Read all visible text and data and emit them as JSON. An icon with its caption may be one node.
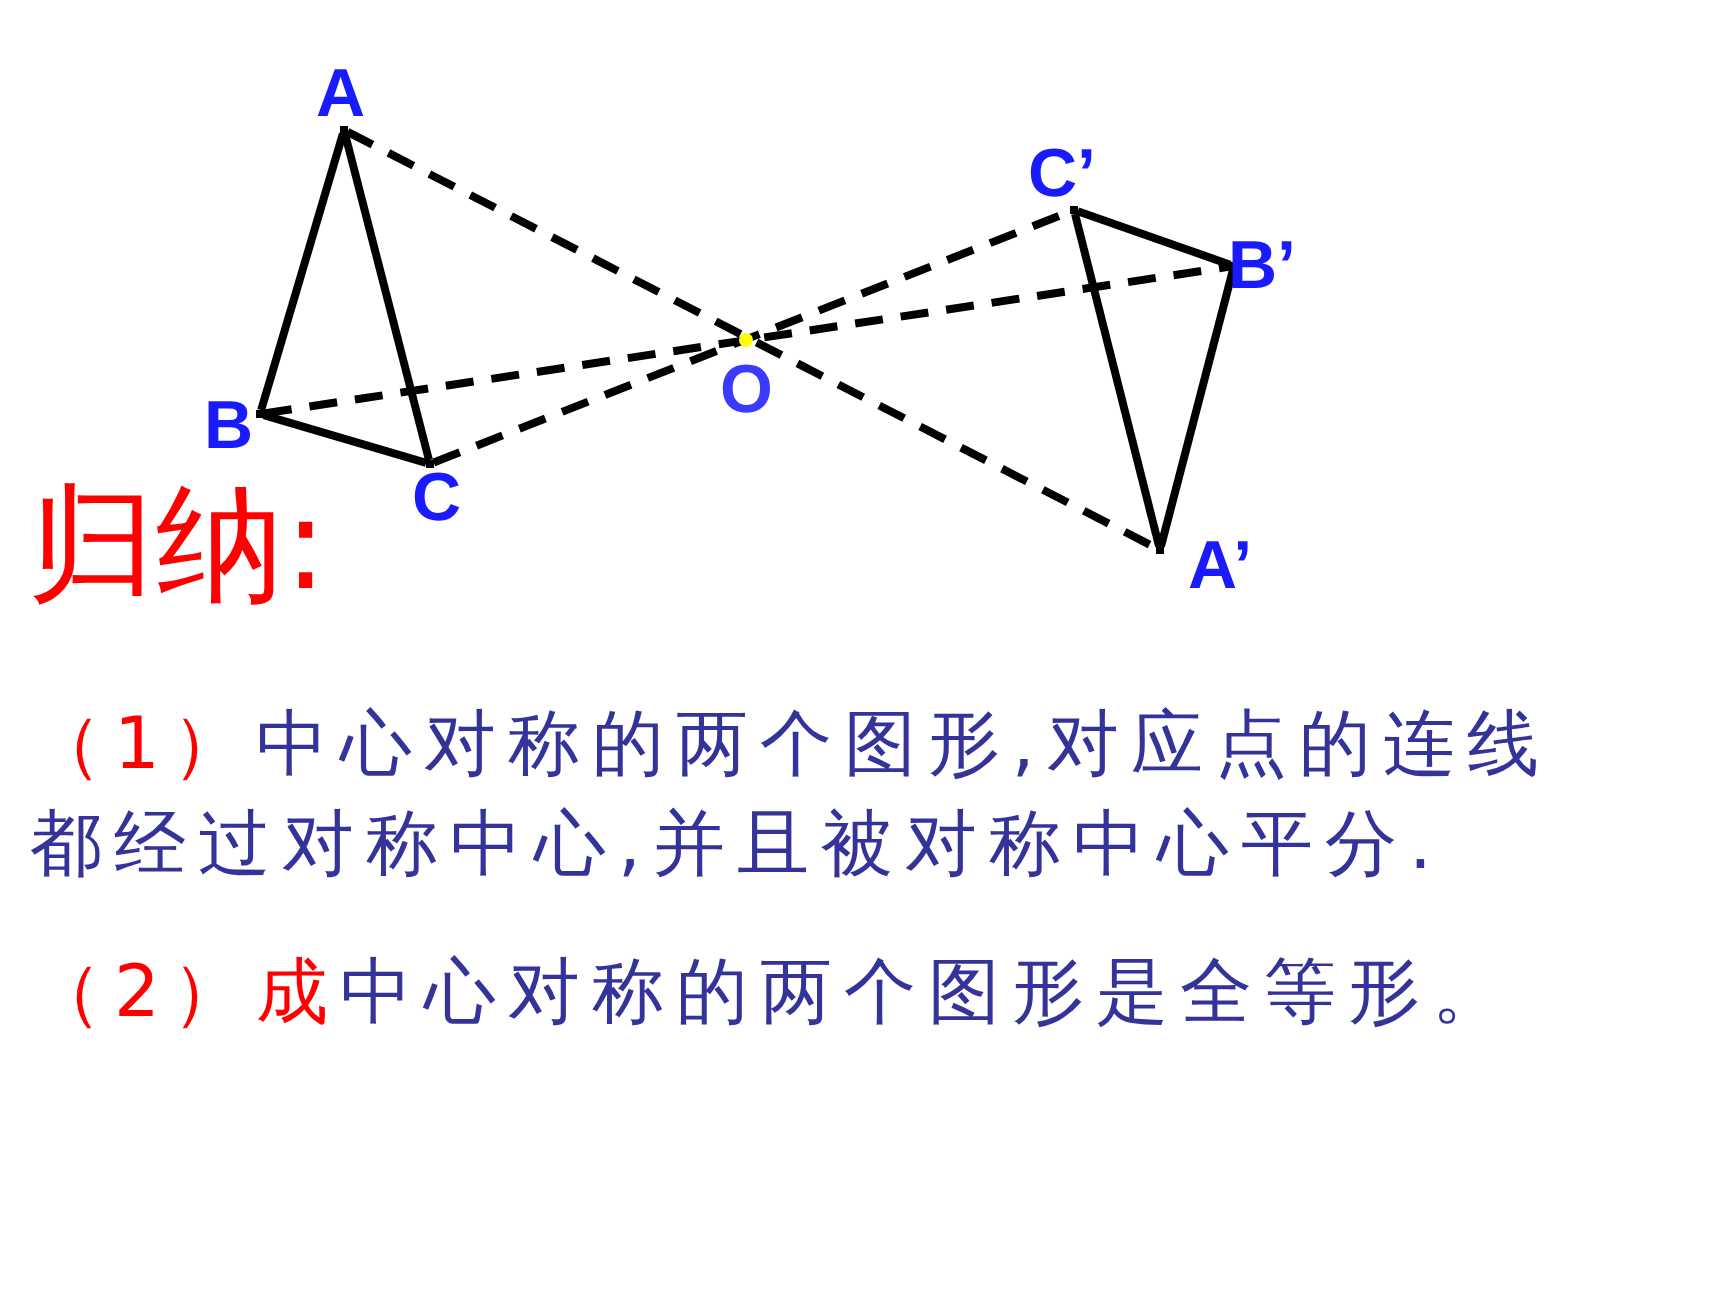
{
  "diagram": {
    "title": "归纳:",
    "nodes": [
      {
        "text": [],
        "shape": "point",
        "beside": [
          "A"
        ]
      },
      {
        "text": [],
        "shape": "point",
        "beside": [
          "B"
        ]
      },
      {
        "text": [],
        "shape": "point",
        "beside": [
          "C"
        ]
      },
      {
        "text": [],
        "shape": "point",
        "beside": [
          "C’"
        ]
      },
      {
        "text": [],
        "shape": "point",
        "beside": [
          "B’"
        ]
      },
      {
        "text": [],
        "shape": "point",
        "beside": [
          "A’"
        ]
      }
    ],
    "edges": [
      {
        "from": 0,
        "to": 1,
        "arrow": "none"
      },
      {
        "from": 1,
        "to": 2,
        "arrow": "none"
      },
      {
        "from": 2,
        "to": 0,
        "arrow": "none"
      },
      {
        "from": 3,
        "to": 4,
        "arrow": "none"
      },
      {
        "from": 4,
        "to": 5,
        "arrow": "none"
      },
      {
        "from": 5,
        "to": 3,
        "arrow": "none"
      },
      {
        "from": 0,
        "to": 5,
        "arrow": "none",
        "style": "dashed"
      },
      {
        "from": 1,
        "to": 4,
        "arrow": "none",
        "style": "dashed"
      },
      {
        "from": 2,
        "to": 3,
        "arrow": "none",
        "style": "dashed"
      }
    ],
    "labels": [
      "O",
      "（1）",
      "中心对称的两个图形,对应点的连线都经过对称中心,并且被对称中心平分.",
      "（2）成",
      "中心对称的两个图形是全等形。"
    ]
  }
}
